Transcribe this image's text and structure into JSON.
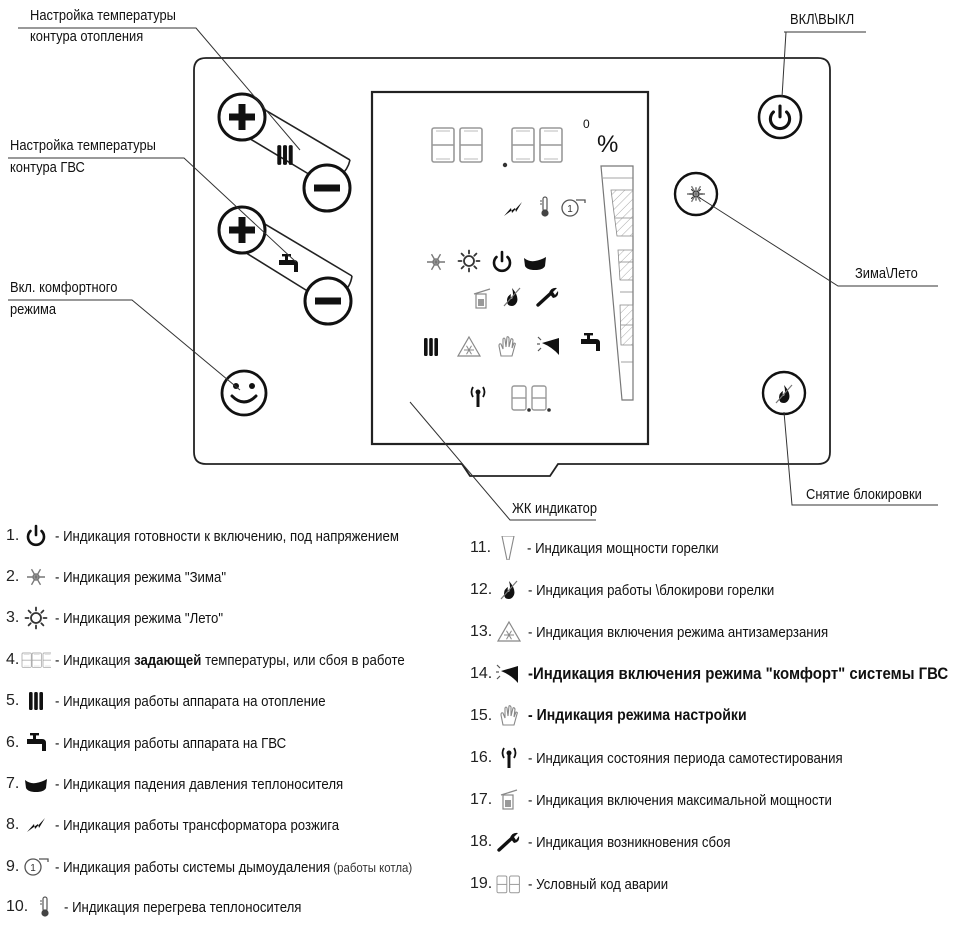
{
  "callouts": {
    "heating_temp_line1": "Настройка температуры",
    "heating_temp_line2": "контура отопления",
    "dhw_temp_line1": "Настройка температуры",
    "dhw_temp_line2": "контура ГВС",
    "comfort_line1": "Вкл. комфортного",
    "comfort_line2": "режима",
    "power": "ВКЛ\\ВЫКЛ",
    "winter_summer": "Зима\\Лето",
    "unlock": "Снятие блокировки",
    "lcd": "ЖК индикатор"
  },
  "display": {
    "degree_mark": "0",
    "percent": "%"
  },
  "legend": {
    "left": [
      {
        "num": "1.",
        "icon": "power-icon",
        "text": "- Индикация готовности к включению, под напряжением"
      },
      {
        "num": "2.",
        "icon": "snowflake-icon",
        "text": "- Индикация режима \"Зима\""
      },
      {
        "num": "3.",
        "icon": "sun-icon",
        "text": "- Индикация режима \"Лето\""
      },
      {
        "num": "4.",
        "icon": "four-digit-icon",
        "text_pre": "- Индикация ",
        "text_bold": "задающей",
        "text_post": " температуры, или сбоя в работе"
      },
      {
        "num": "5.",
        "icon": "radiator-icon",
        "text": "- Индикация работы аппарата на отопление"
      },
      {
        "num": "6.",
        "icon": "tap-icon",
        "text": "- Индикация работы аппарата на ГВС"
      },
      {
        "num": "7.",
        "icon": "pressure-icon",
        "text": "- Индикация падения давления теплоносителя"
      },
      {
        "num": "8.",
        "icon": "spark-icon",
        "text": "- Индикация работы трансформатора розжига"
      },
      {
        "num": "9.",
        "icon": "fan-icon",
        "text": "- Индикация работы системы дымоудаления",
        "text_small": "(работы котла)"
      },
      {
        "num": "10.",
        "icon": "thermometer-icon",
        "text": "- Индикация перегрева теплоносителя"
      }
    ],
    "right": [
      {
        "num": "11.",
        "icon": "power-bar-icon",
        "text": "- Индикация мощности горелки"
      },
      {
        "num": "12.",
        "icon": "flame-block-icon",
        "text": "- Индикация работы \\блокирови горелки"
      },
      {
        "num": "13.",
        "icon": "antifreeze-icon",
        "text": "- Индикация включения режима антизамерзания"
      },
      {
        "num": "14.",
        "icon": "comfort-icon",
        "text": "-Индикация включения режима \"комфорт\" системы ГВС"
      },
      {
        "num": "15.",
        "icon": "hand-icon",
        "text": "- Индикация режима настройки"
      },
      {
        "num": "16.",
        "icon": "antenna-icon",
        "text": "- Индикация состояния периода самотестирования"
      },
      {
        "num": "17.",
        "icon": "chimney-icon",
        "text": "- Индикация включения максимальной мощности"
      },
      {
        "num": "18.",
        "icon": "wrench-icon",
        "text": "- Индикация возникновения сбоя"
      },
      {
        "num": "19.",
        "icon": "two-digit-icon",
        "text": "- Условный код аварии"
      }
    ]
  }
}
